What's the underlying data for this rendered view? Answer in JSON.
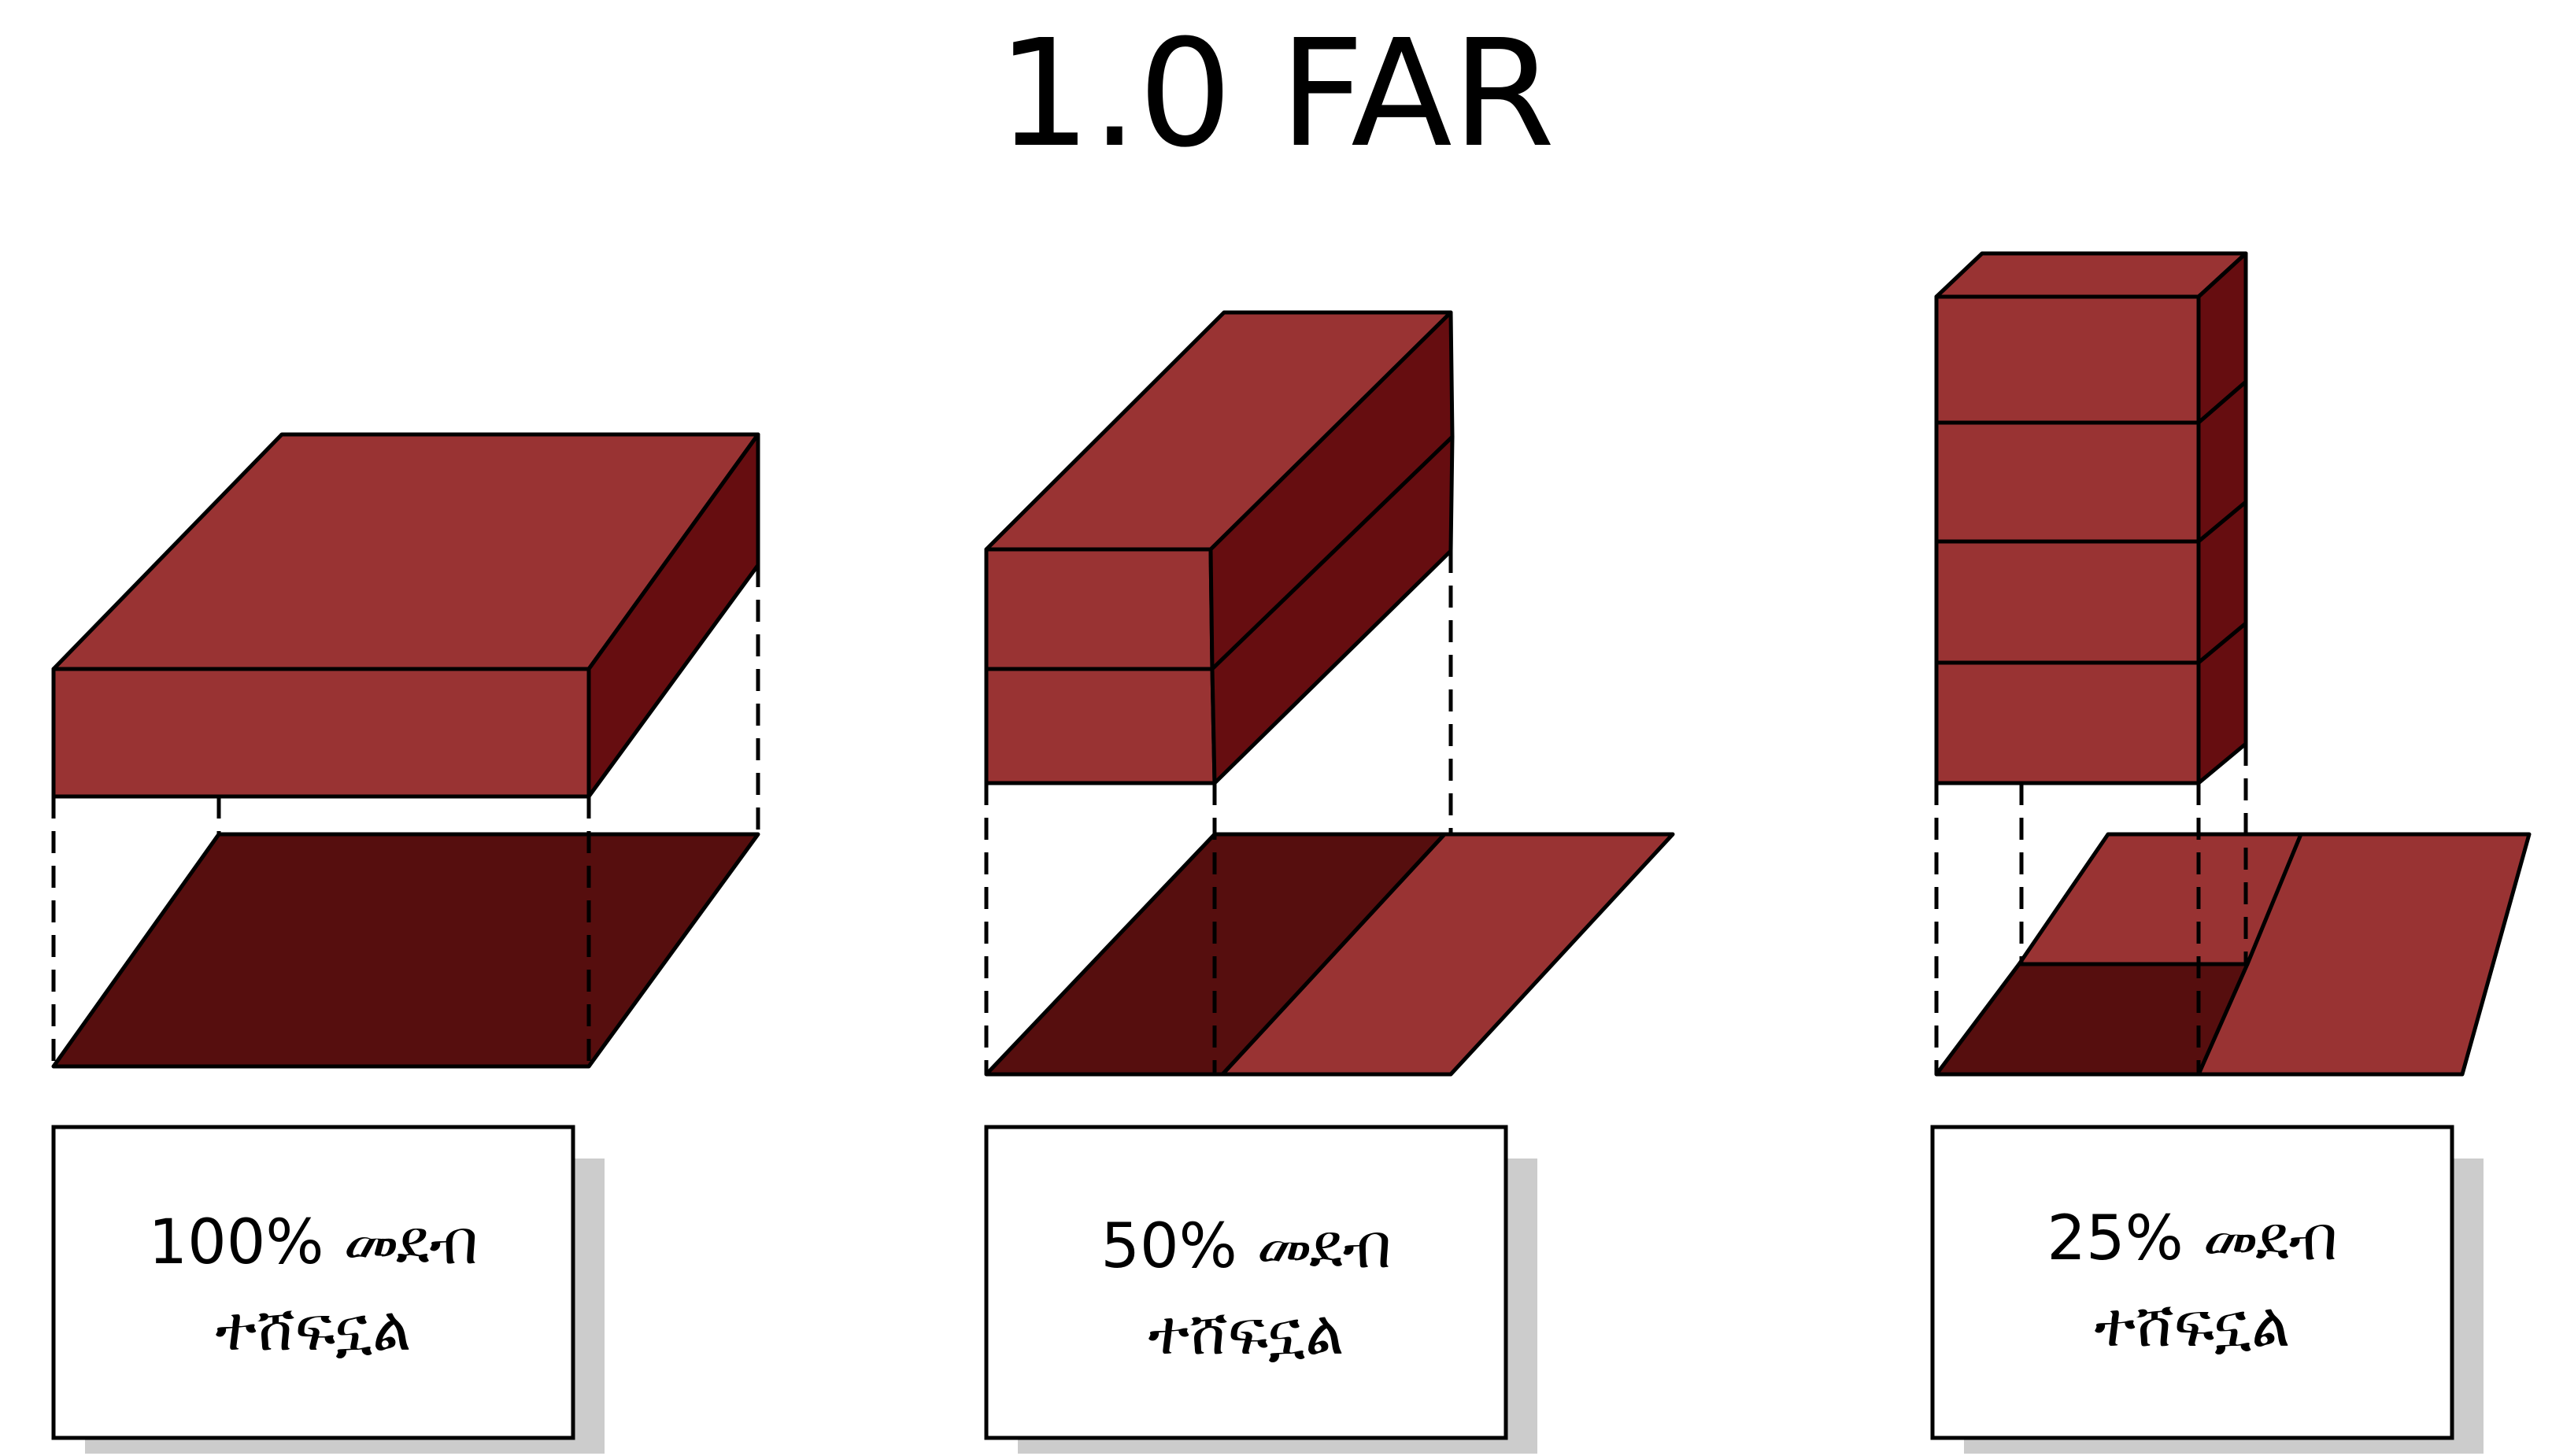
{
  "title": "1.0 FAR",
  "colors": {
    "face_light": "#993333",
    "face_dark": "#660d10",
    "footprint_dark": "#560e0e",
    "outline": "#000000",
    "caption_shadow": "#cccccc"
  },
  "scenarios": [
    {
      "coverage": 1.0,
      "floors": 1,
      "caption_line1": "100% መደብ",
      "caption_line2": "ተሸፍኗል"
    },
    {
      "coverage": 0.5,
      "floors": 2,
      "caption_line1": "50% መደብ",
      "caption_line2": "ተሸፍኗል"
    },
    {
      "coverage": 0.25,
      "floors": 4,
      "caption_line1": "25% መደብ",
      "caption_line2": "ተሸፍኗል"
    }
  ]
}
